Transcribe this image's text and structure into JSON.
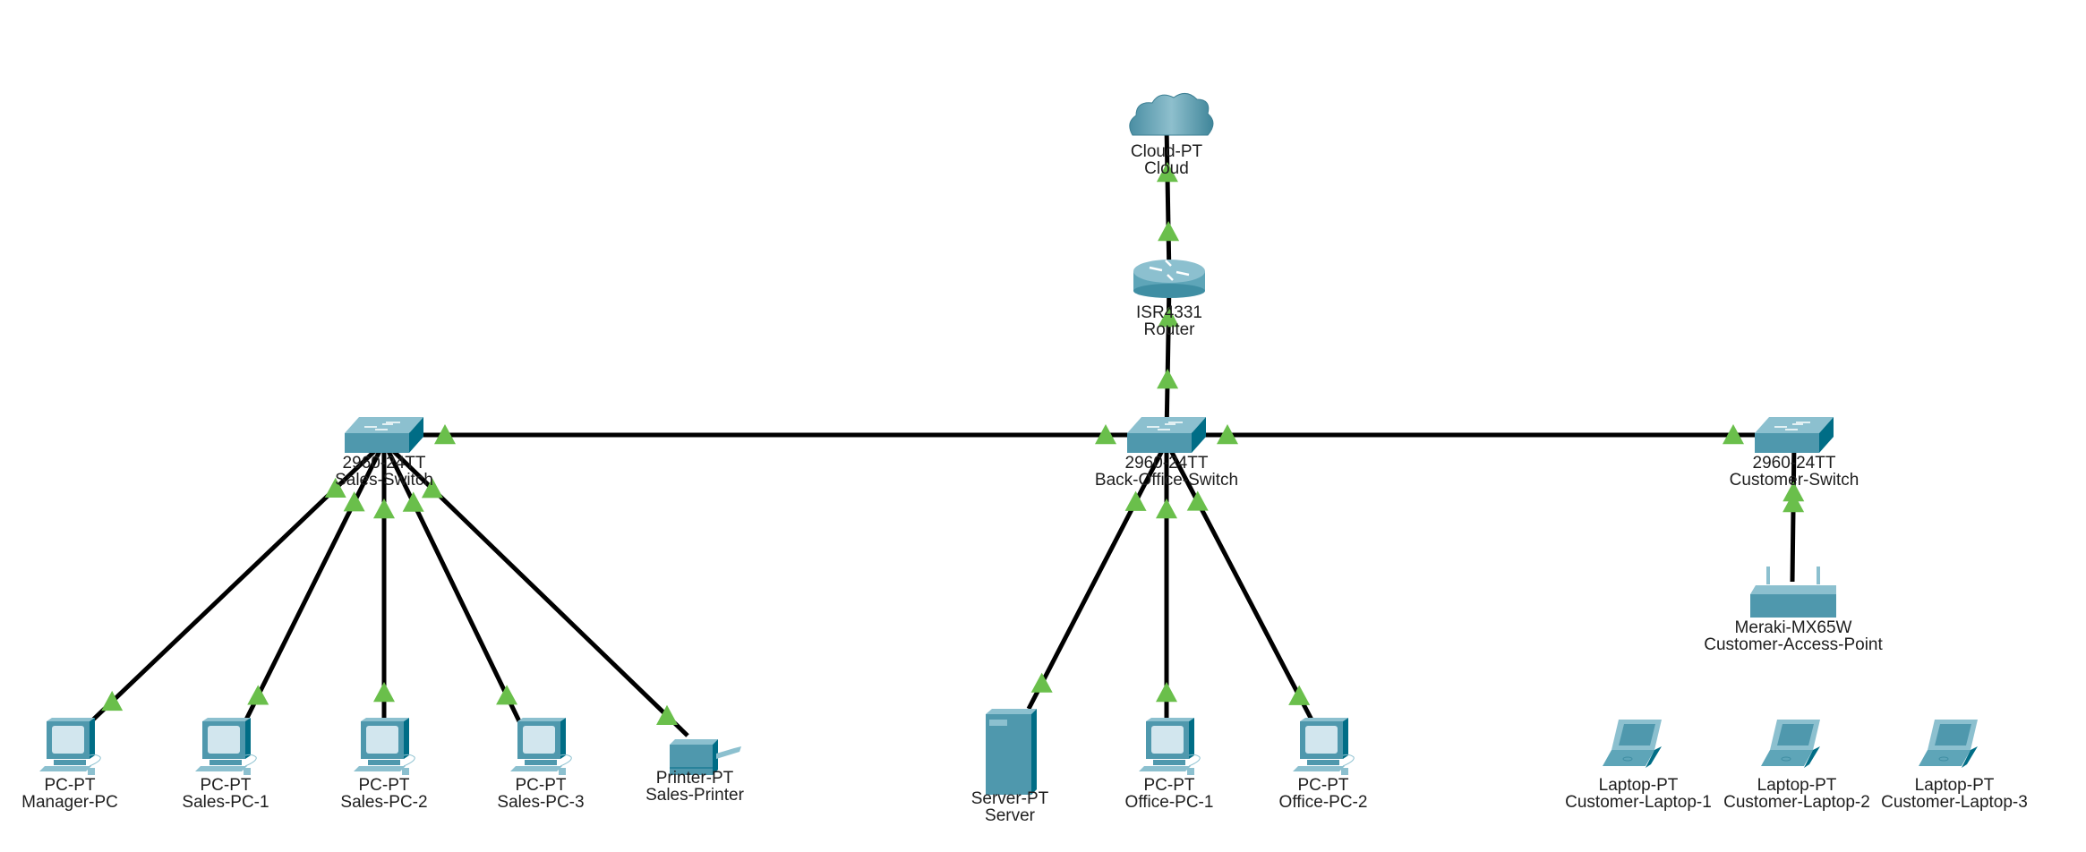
{
  "topology": {
    "colors": {
      "link": "#000000",
      "link_status_up": "#6abf4b",
      "device_fill": "#4f98ad",
      "device_dark": "#006d86",
      "device_light": "#8cc0cf",
      "screen": "#d2e6ee",
      "label_text": "#1e1e1e",
      "background": "#ffffff"
    },
    "nodes": [
      {
        "id": "cloud",
        "type": "cloud",
        "icon": "cloud-icon",
        "model": "Cloud-PT",
        "name": "Cloud"
      },
      {
        "id": "router",
        "type": "router",
        "icon": "router-icon",
        "model": "ISR4331",
        "name": "Router"
      },
      {
        "id": "sales-switch",
        "type": "switch",
        "icon": "switch-icon",
        "model": "2960-24TT",
        "name": "Sales-Switch"
      },
      {
        "id": "back-office-switch",
        "type": "switch",
        "icon": "switch-icon",
        "model": "2960-24TT",
        "name": "Back-Office-Switch"
      },
      {
        "id": "customer-switch",
        "type": "switch",
        "icon": "switch-icon",
        "model": "2960-24TT",
        "name": "Customer-Switch"
      },
      {
        "id": "access-point",
        "type": "accesspoint",
        "icon": "wireless-router-icon",
        "model": "Meraki-MX65W",
        "name": "Customer-Access-Point"
      },
      {
        "id": "manager-pc",
        "type": "pc",
        "icon": "pc-icon",
        "model": "PC-PT",
        "name": "Manager-PC"
      },
      {
        "id": "sales-pc-1",
        "type": "pc",
        "icon": "pc-icon",
        "model": "PC-PT",
        "name": "Sales-PC-1"
      },
      {
        "id": "sales-pc-2",
        "type": "pc",
        "icon": "pc-icon",
        "model": "PC-PT",
        "name": "Sales-PC-2"
      },
      {
        "id": "sales-pc-3",
        "type": "pc",
        "icon": "pc-icon",
        "model": "PC-PT",
        "name": "Sales-PC-3"
      },
      {
        "id": "sales-printer",
        "type": "printer",
        "icon": "printer-icon",
        "model": "Printer-PT",
        "name": "Sales-Printer"
      },
      {
        "id": "server",
        "type": "server",
        "icon": "server-icon",
        "model": "Server-PT",
        "name": "Server"
      },
      {
        "id": "office-pc-1",
        "type": "pc",
        "icon": "pc-icon",
        "model": "PC-PT",
        "name": "Office-PC-1"
      },
      {
        "id": "office-pc-2",
        "type": "pc",
        "icon": "pc-icon",
        "model": "PC-PT",
        "name": "Office-PC-2"
      },
      {
        "id": "customer-laptop-1",
        "type": "laptop",
        "icon": "laptop-icon",
        "model": "Laptop-PT",
        "name": "Customer-Laptop-1"
      },
      {
        "id": "customer-laptop-2",
        "type": "laptop",
        "icon": "laptop-icon",
        "model": "Laptop-PT",
        "name": "Customer-Laptop-2"
      },
      {
        "id": "customer-laptop-3",
        "type": "laptop",
        "icon": "laptop-icon",
        "model": "Laptop-PT",
        "name": "Customer-Laptop-3"
      }
    ],
    "links": [
      {
        "from": "cloud",
        "to": "router",
        "status": "up"
      },
      {
        "from": "router",
        "to": "back-office-switch",
        "status": "up"
      },
      {
        "from": "sales-switch",
        "to": "back-office-switch",
        "status": "up"
      },
      {
        "from": "back-office-switch",
        "to": "customer-switch",
        "status": "up"
      },
      {
        "from": "customer-switch",
        "to": "access-point",
        "status": "up"
      },
      {
        "from": "sales-switch",
        "to": "manager-pc",
        "status": "up"
      },
      {
        "from": "sales-switch",
        "to": "sales-pc-1",
        "status": "up"
      },
      {
        "from": "sales-switch",
        "to": "sales-pc-2",
        "status": "up"
      },
      {
        "from": "sales-switch",
        "to": "sales-pc-3",
        "status": "up"
      },
      {
        "from": "sales-switch",
        "to": "sales-printer",
        "status": "up"
      },
      {
        "from": "back-office-switch",
        "to": "server",
        "status": "up"
      },
      {
        "from": "back-office-switch",
        "to": "office-pc-1",
        "status": "up"
      },
      {
        "from": "back-office-switch",
        "to": "office-pc-2",
        "status": "up"
      }
    ]
  }
}
